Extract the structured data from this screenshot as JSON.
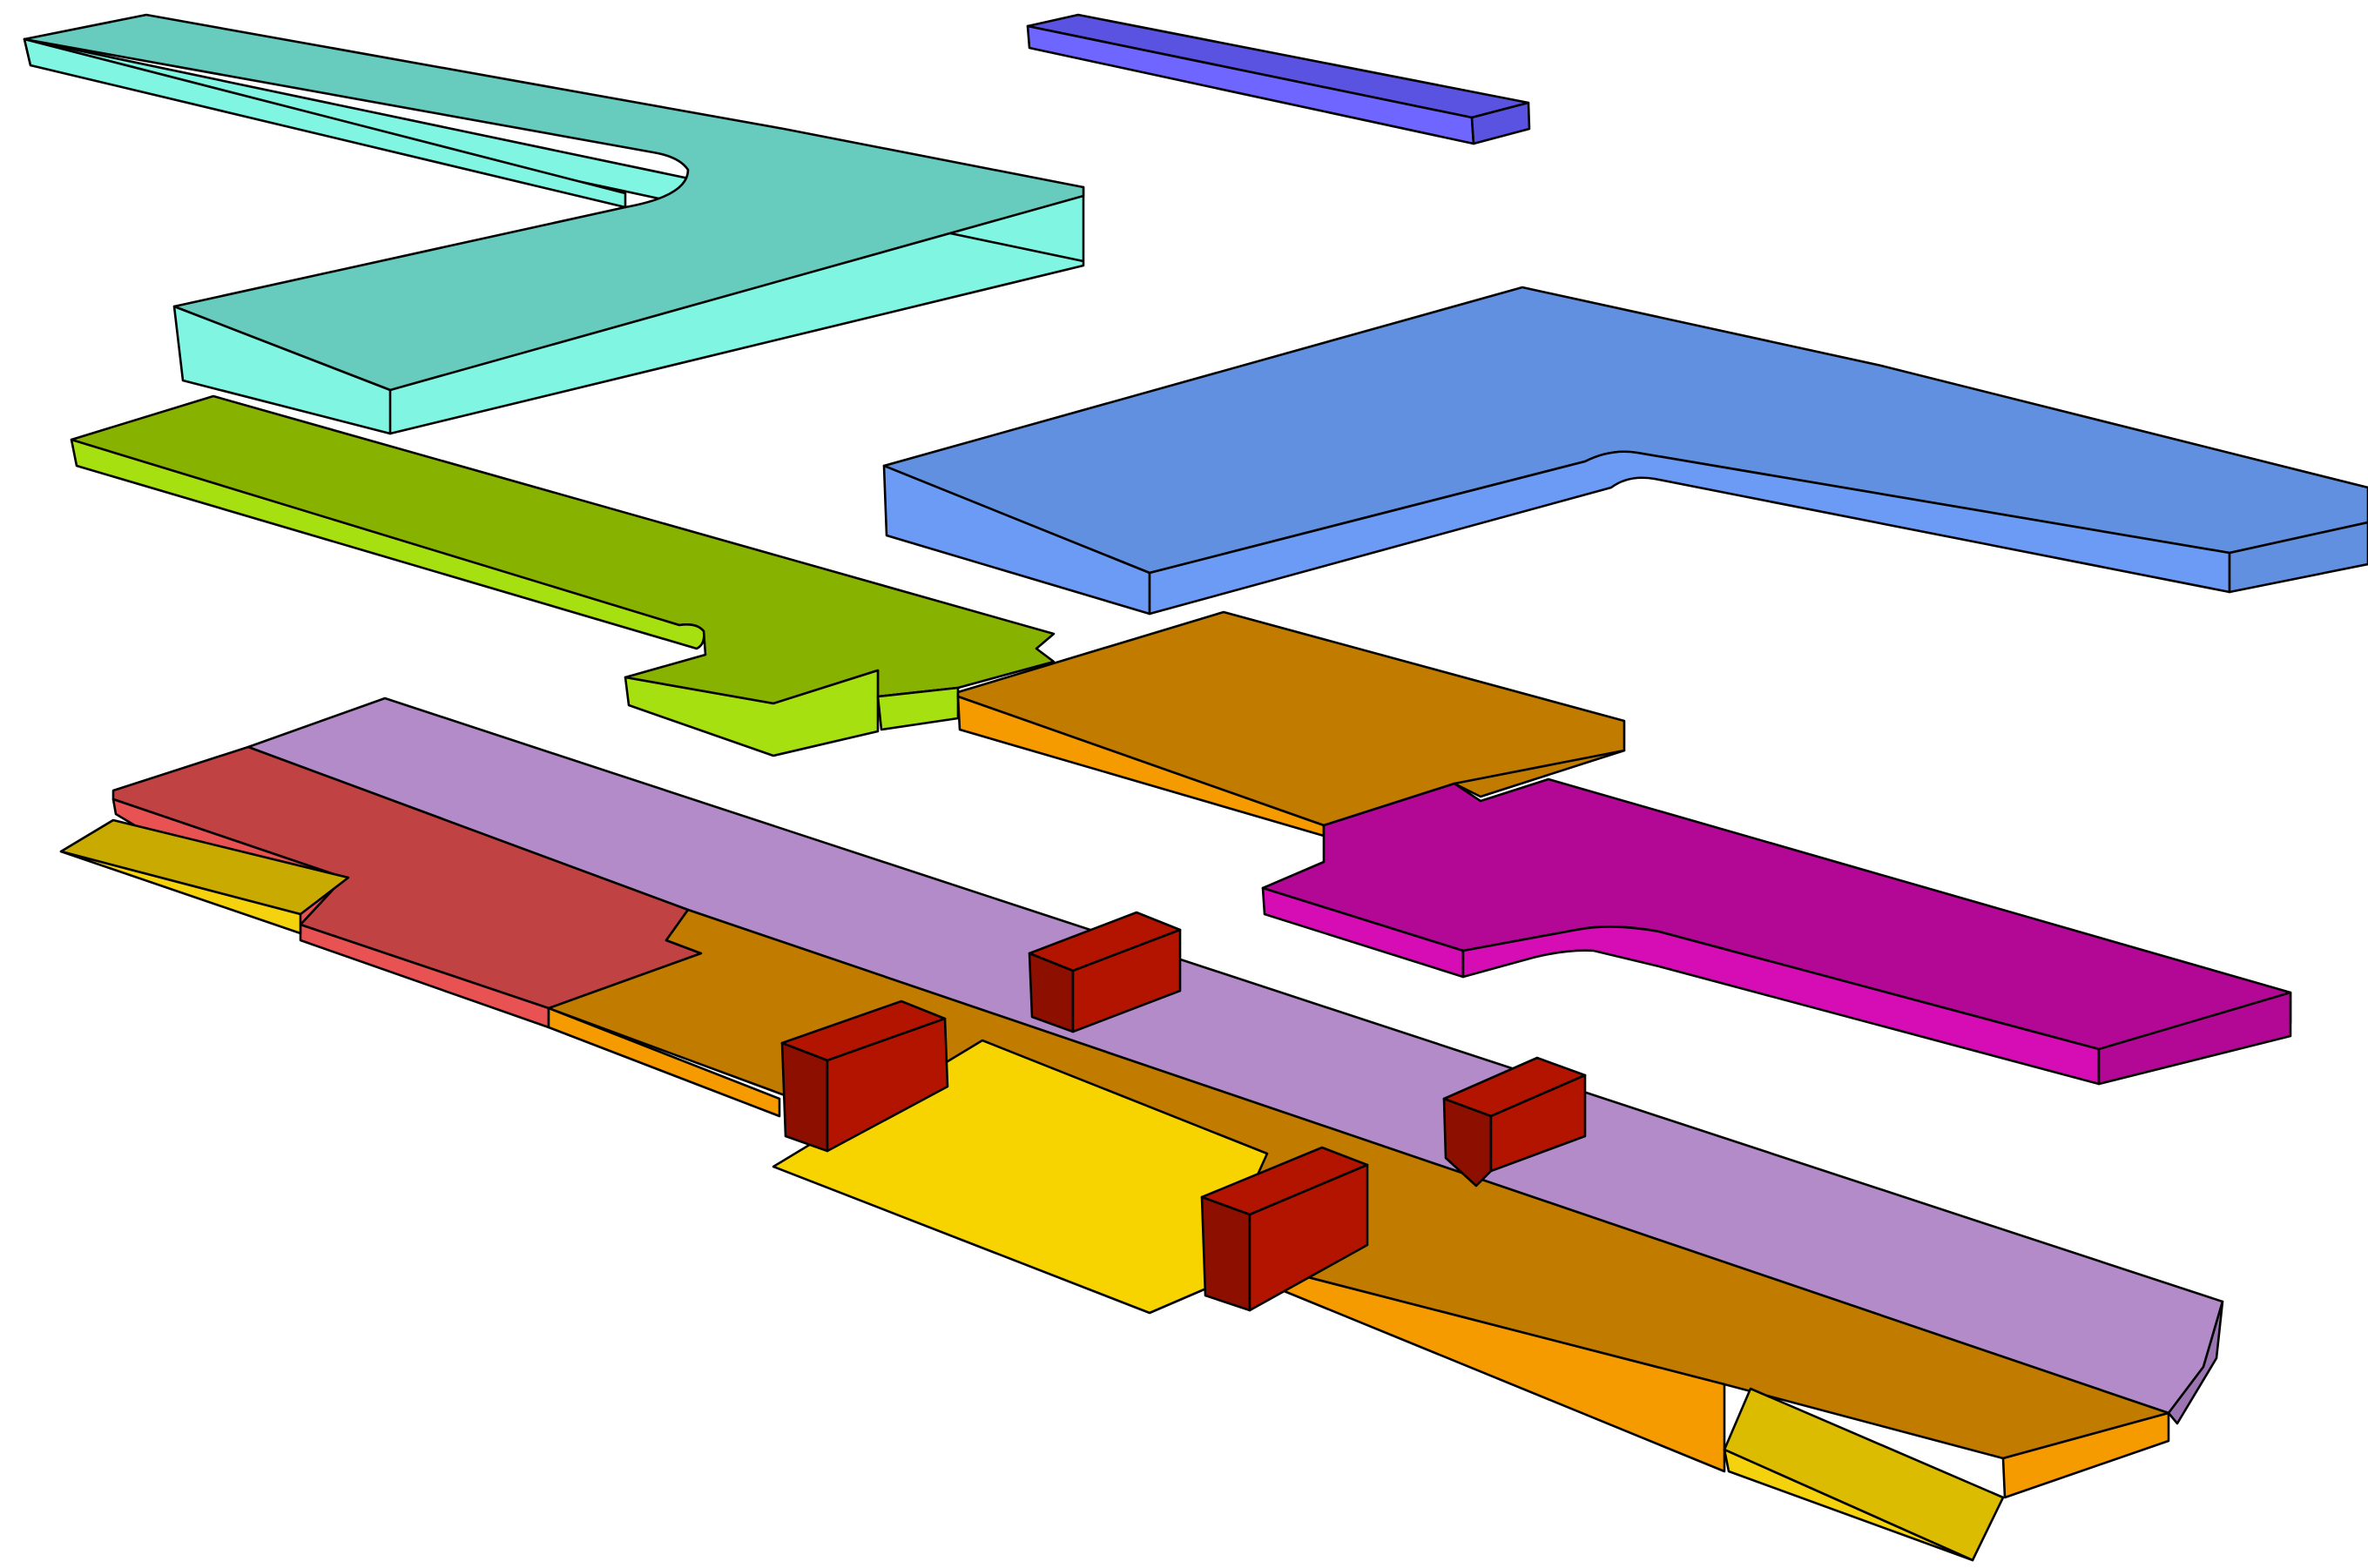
{
  "diagram": {
    "description_visible_text": "",
    "blocks": [
      {
        "id": "cyan",
        "color_top": "#67cbbd",
        "color_side": "#7ff5e2"
      },
      {
        "id": "indigo",
        "color_top": "#5a52e0",
        "color_side": "#6e66ff"
      },
      {
        "id": "blue",
        "color_top": "#6290e0",
        "color_side": "#6c9bf6"
      },
      {
        "id": "green",
        "color_top": "#87b300",
        "color_side": "#a6e011"
      },
      {
        "id": "orange-upper",
        "color_top": "#c17c00",
        "color_side": "#f59b00"
      },
      {
        "id": "magenta",
        "color_top": "#b30896",
        "color_side": "#d60cb4"
      },
      {
        "id": "lilac",
        "color_top": "#b48bc9",
        "color_side": "#9c74b2"
      },
      {
        "id": "red",
        "color_top": "#c04242",
        "color_side": "#e95252"
      },
      {
        "id": "orange-lower",
        "color_top": "#c17c00",
        "color_side": "#f59b00"
      },
      {
        "id": "yellow",
        "color_top": "#f7d300",
        "color_side": "#f2cb00"
      },
      {
        "id": "gold",
        "color_top": "#c9aa00",
        "color_side": "#f4d20d"
      },
      {
        "id": "pillars",
        "color_top": "#b31400",
        "color_side": "#8d0f00"
      }
    ]
  }
}
